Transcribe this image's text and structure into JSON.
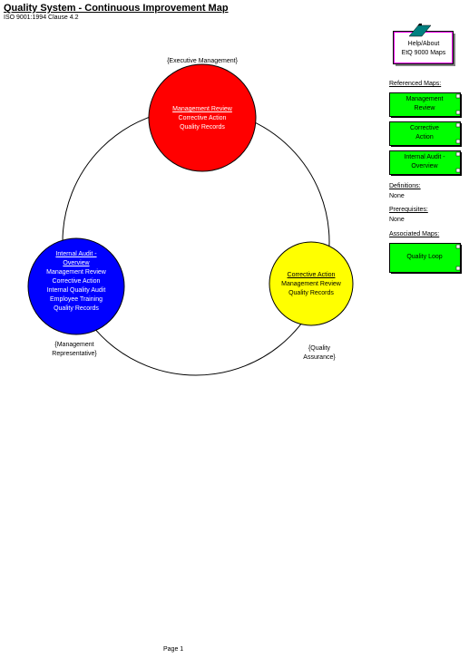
{
  "header": {
    "title": "Quality System - Continuous Improvement Map",
    "subtitle": "ISO 9001:1994 Clause 4.2"
  },
  "nodes": {
    "management_review": {
      "heading": "Management Review",
      "lines": [
        "Corrective Action",
        "Quality Records"
      ],
      "role": "{Executive Management}",
      "color": "#ff0000",
      "text_color": "#ffffff"
    },
    "internal_audit": {
      "heading_1": "Internal Audit -",
      "heading_2": "Overview",
      "lines": [
        "Management Review",
        "Corrective Action",
        "Internal Quality Audit",
        "Employee Training",
        "Quality Records"
      ],
      "role_1": "{Management",
      "role_2": "Representative}",
      "color": "#0000ff",
      "text_color": "#ffffff"
    },
    "corrective_action": {
      "heading": "Corrective Action",
      "lines": [
        "Management Review",
        "Quality Records"
      ],
      "role_1": "{Quality",
      "role_2": "Assurance}",
      "color": "#ffff00",
      "text_color": "#000000"
    }
  },
  "sidebar": {
    "help": {
      "line_1": "Help/About",
      "line_2": "EtQ 9000 Maps"
    },
    "referenced_maps_label": "Referenced Maps:",
    "referenced_maps": [
      {
        "line_1": "Management",
        "line_2": "Review"
      },
      {
        "line_1": "Corrective",
        "line_2": "Action"
      },
      {
        "line_1": "Internal Audit -",
        "line_2": "Overview"
      }
    ],
    "definitions_label": "Definitions:",
    "definitions_value": "None",
    "prerequisites_label": "Prerequisites:",
    "prerequisites_value": "None",
    "associated_maps_label": "Associated Maps:",
    "associated_maps": [
      {
        "line_1": "Quality Loop"
      }
    ],
    "button_color": "#00ff00"
  },
  "footer": {
    "page_label": "Page 1"
  }
}
